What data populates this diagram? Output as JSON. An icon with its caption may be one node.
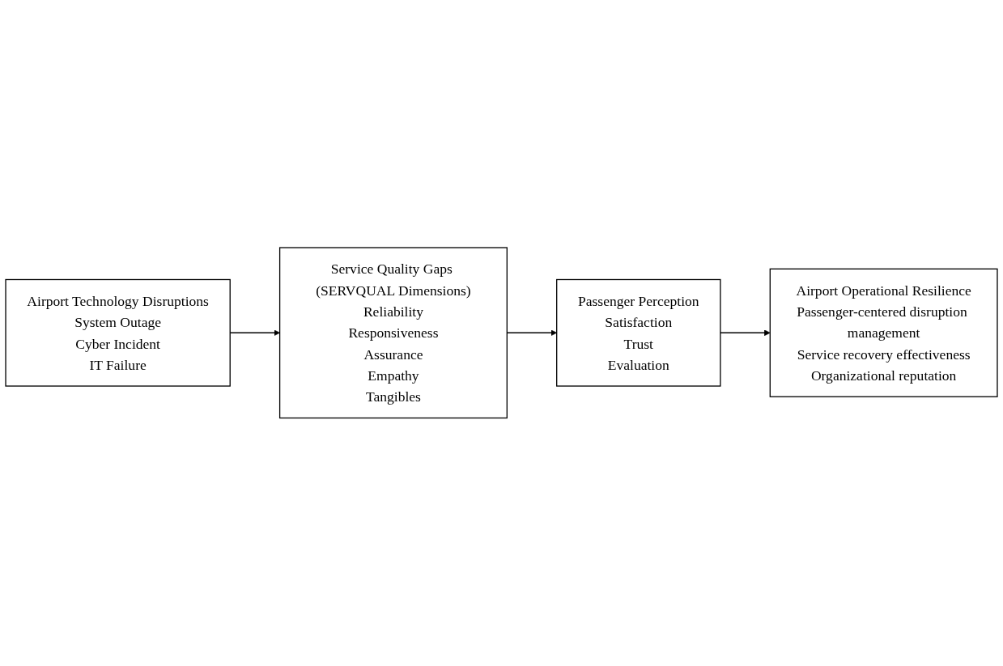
{
  "diagram": {
    "nodes": [
      {
        "text": [
          "Airport Technology Disruptions",
          "System Outage",
          "Cyber Incident",
          "IT Failure"
        ]
      },
      {
        "text": [
          "Service Quality Gaps (SERVQUAL Dimensions)",
          "Reliability",
          "Responsiveness",
          "Assurance",
          "Empathy",
          "Tangibles"
        ]
      },
      {
        "text": [
          "Passenger Perception",
          "Satisfaction",
          "Trust",
          "Evaluation"
        ]
      },
      {
        "text": [
          "Airport Operational Resilience",
          "Passenger-centered disruption management",
          "Service recovery effectiveness",
          "Organizational reputation"
        ]
      }
    ],
    "edges": [
      {
        "from": 0,
        "to": 1,
        "arrow": "to"
      },
      {
        "from": 1,
        "to": 2,
        "arrow": "to"
      },
      {
        "from": 2,
        "to": 3,
        "arrow": "to"
      }
    ]
  }
}
